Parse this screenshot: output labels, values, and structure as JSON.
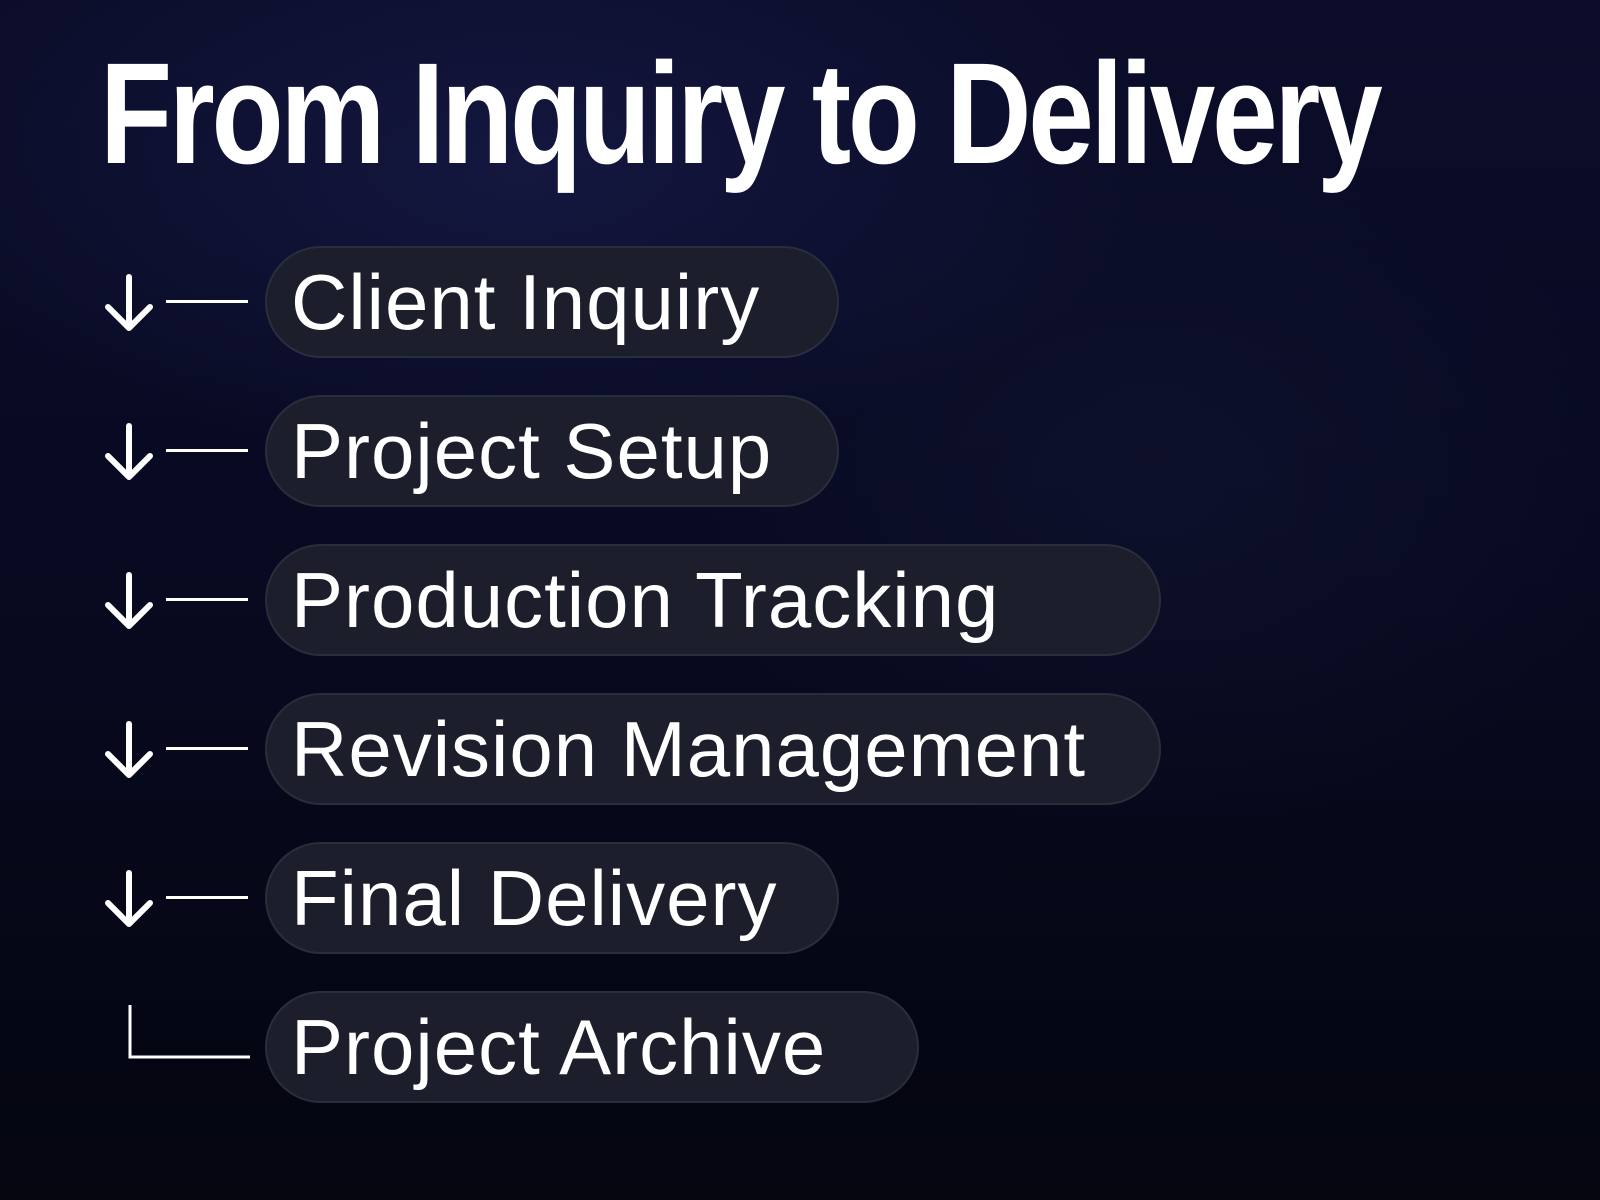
{
  "title": "From Inquiry to Delivery",
  "colors": {
    "background_top": "#0b0d2a",
    "background_bottom": "#04050f",
    "pill_fill": "#1c1e2b",
    "pill_border": "#2a2d3b",
    "text": "#ffffff"
  },
  "steps": [
    {
      "label": "Client Inquiry",
      "connector_icon": "down-arrow-icon"
    },
    {
      "label": "Project Setup",
      "connector_icon": "down-arrow-icon"
    },
    {
      "label": "Production Tracking",
      "connector_icon": "down-arrow-icon"
    },
    {
      "label": "Revision Management",
      "connector_icon": "down-arrow-icon"
    },
    {
      "label": "Final Delivery",
      "connector_icon": "down-arrow-icon"
    },
    {
      "label": "Project Archive",
      "connector_icon": "corner-branch-icon"
    }
  ]
}
